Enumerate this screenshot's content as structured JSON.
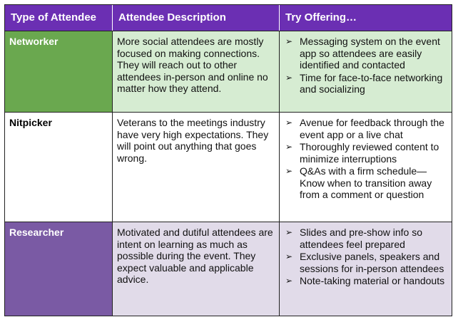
{
  "headers": {
    "type": "Type of Attendee",
    "description": "Attendee Description",
    "offering": "Try Offering…"
  },
  "rows": [
    {
      "type": "Networker",
      "description": "More social attendees are mostly focused on making connections. They will reach out to other attendees in-person and online no matter how they attend.",
      "offers": [
        "Messaging system on the event app so attendees are easily identified and contacted",
        "Time for face-to-face networking and socializing"
      ]
    },
    {
      "type": "Nitpicker",
      "description": "Veterans to the meetings industry have very high expectations. They will point out anything that goes wrong.",
      "offers": [
        "Avenue for feedback through the event app or a live chat",
        "Thoroughly reviewed content to minimize interruptions",
        "Q&As with a firm schedule—Know when to transition away from a comment or question"
      ]
    },
    {
      "type": "Researcher",
      "description": "Motivated and dutiful attendees are intent on learning as much as possible during the event. They expect valuable and applicable advice.",
      "offers": [
        "Slides and pre-show info so attendees feel prepared",
        "Exclusive panels, speakers and sessions for in-person attendees",
        "Note-taking material or handouts"
      ]
    }
  ],
  "colors": {
    "header_bg": "#6b2fb3",
    "networker_label_bg": "#6aa84f",
    "networker_row_bg": "#d6ecd2",
    "researcher_label_bg": "#7a5aa4",
    "researcher_row_bg": "#e1dbe9"
  },
  "icons": {
    "bullet": "arrow-bullet-icon"
  }
}
